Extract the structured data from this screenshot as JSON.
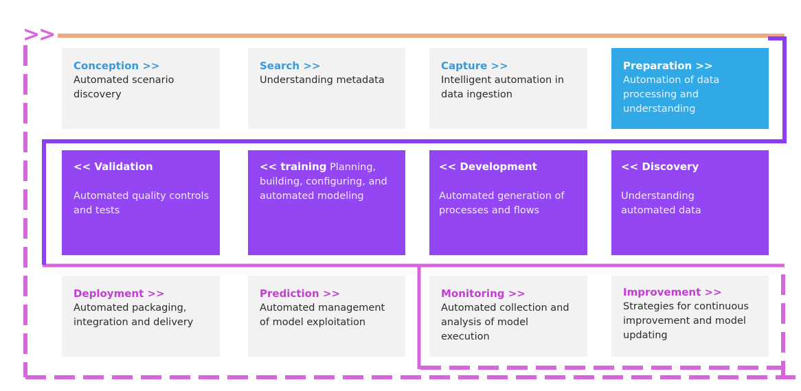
{
  "colors": {
    "orange_line": "#f0a780",
    "violet_line": "#8a3ff0",
    "pink_dash": "#d865dc",
    "card_grey": "#f2f2f3",
    "card_blue": "#30a9e6",
    "card_purple": "#9446f2"
  },
  "start_marker": ">>",
  "row1": [
    {
      "title": "Conception",
      "arrow": ">>",
      "desc": "Automated scenario discovery"
    },
    {
      "title": "Search",
      "arrow": ">>",
      "desc": "Understanding metadata"
    },
    {
      "title": "Capture",
      "arrow": ">>",
      "desc": "Intelligent automation in data ingestion"
    },
    {
      "title": "Preparation",
      "arrow": ">>",
      "desc": "Automation of data processing and understanding"
    }
  ],
  "row2": [
    {
      "arrow": "<<",
      "title": "Validation",
      "desc": "Automated quality controls and tests"
    },
    {
      "arrow": "<<",
      "title": "training",
      "desc": "Planning, building, configuring, and automated modeling"
    },
    {
      "arrow": "<<",
      "title": "Development",
      "desc": "Automated generation of processes and flows"
    },
    {
      "arrow": "<<",
      "title": "Discovery",
      "desc": "Understanding automated data"
    }
  ],
  "row3": [
    {
      "title": "Deployment",
      "arrow": ">>",
      "desc": "Automated packaging, integration and delivery"
    },
    {
      "title": "Prediction",
      "arrow": ">>",
      "desc": "Automated management of model exploitation"
    },
    {
      "title": "Monitoring",
      "arrow": ">>",
      "desc": "Automated collection and analysis of model execution"
    },
    {
      "title": "Improvement",
      "arrow": ">>",
      "desc": "Strategies for continuous improvement and model updating"
    }
  ]
}
